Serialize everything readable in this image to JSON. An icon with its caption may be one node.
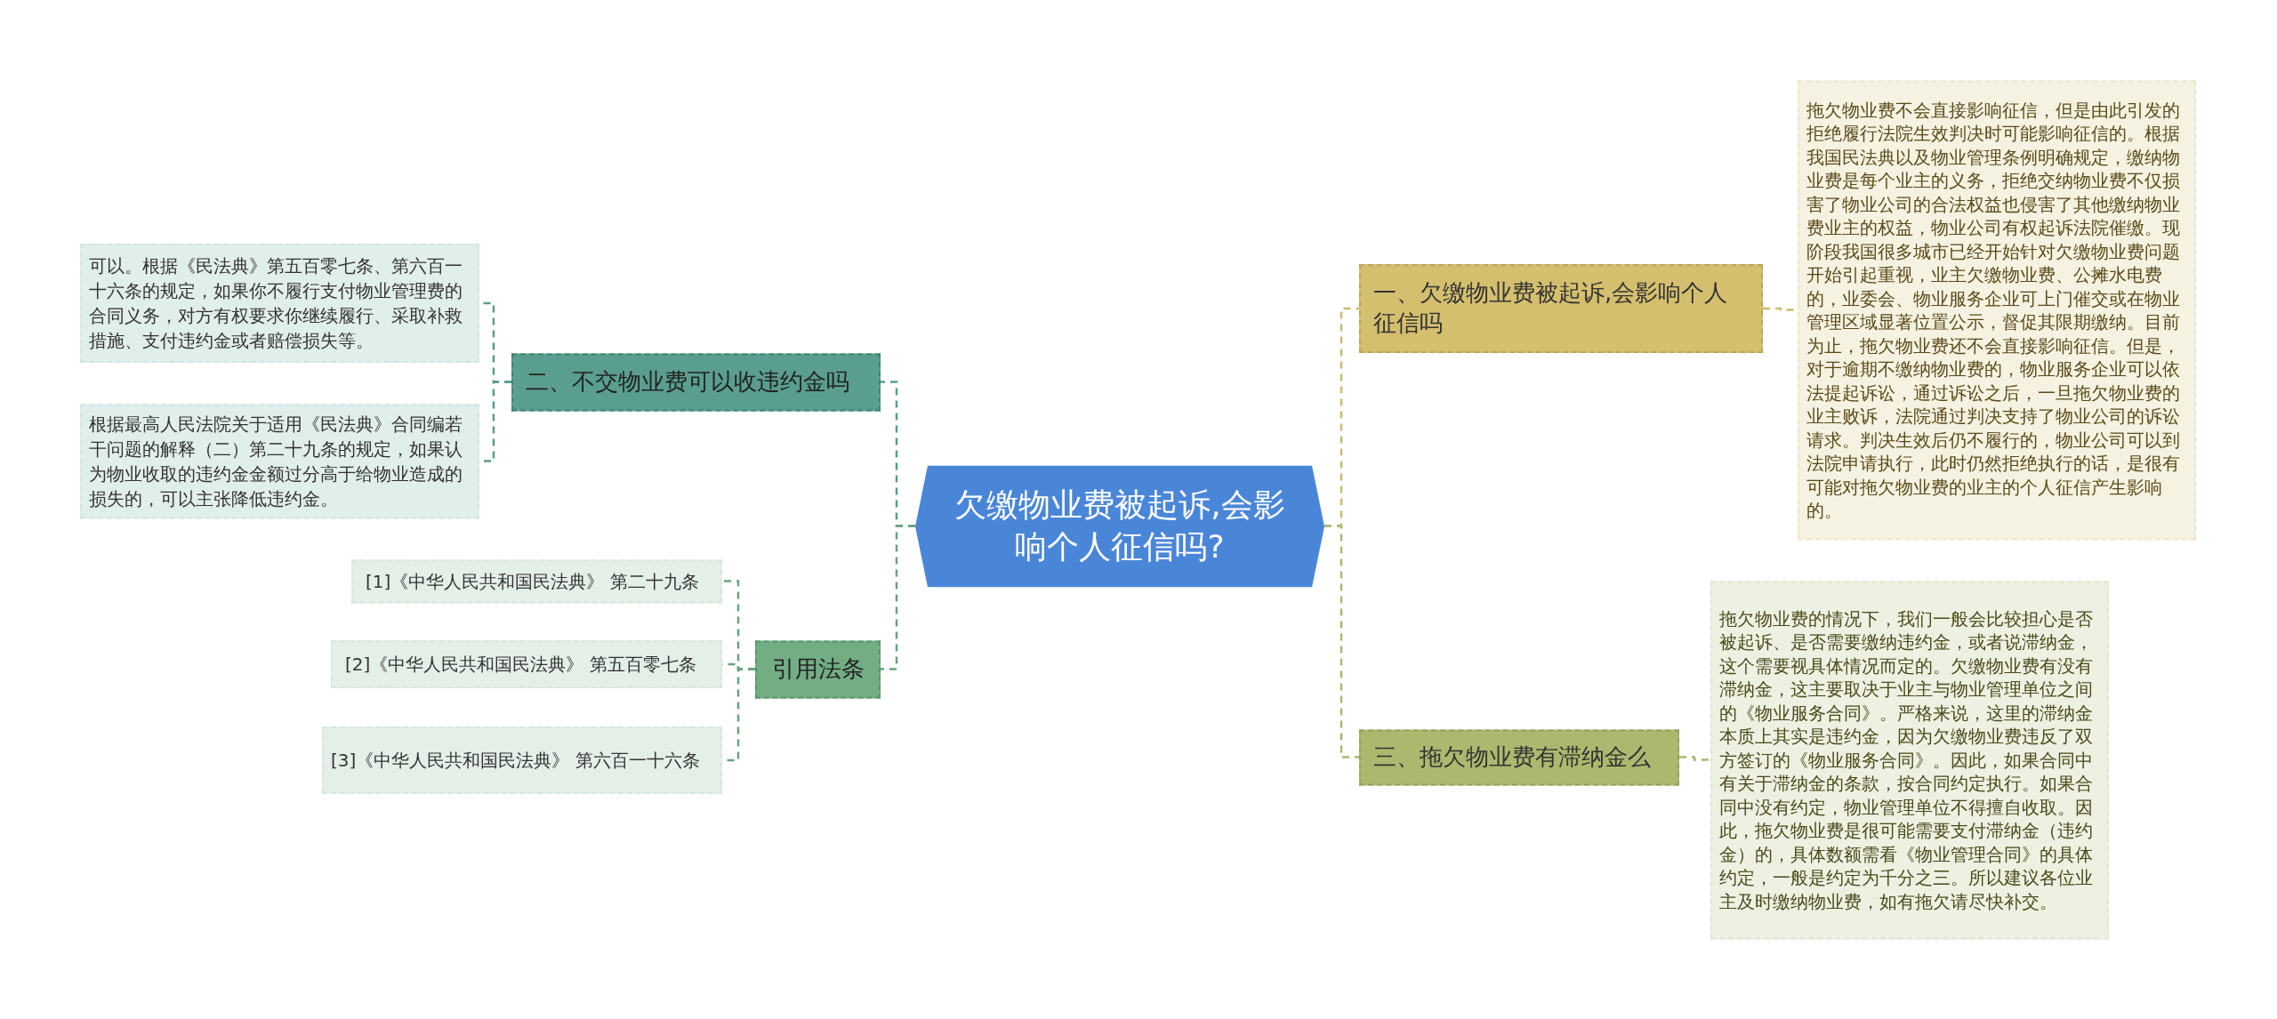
{
  "diagram": {
    "nodes": [
      {
        "text": [
          "欠缴物业费被起诉,会影响个人征信吗?"
        ]
      },
      {
        "text": [
          "一、欠缴物业费被起诉,会影响个人征信吗"
        ]
      },
      {
        "text": [
          "拖欠物业费不会直接影响征信，但是由此引发的拒绝履行法院生效判决时可能影响征信的。根据我国民法典以及物业管理条例明确规定，缴纳物业费是每个业主的义务，拒绝交纳物业费不仅损害了物业公司的合法权益也侵害了其他缴纳物业费业主的权益，物业公司有权起诉法院催缴。现阶段我国很多城市已经开始针对欠缴物业费问题开始引起重视，业主欠缴物业费、公摊水电费的，业委会、物业服务企业可上门催交或在物业管理区域显著位置公示，督促其限期缴纳。目前为止，拖欠物业费还不会直接影响征信。但是，对于逾期不缴纳物业费的，物业服务企业可以依法提起诉讼，通过诉讼之后，一旦拖欠物业费的业主败诉，法院通过判决支持了物业公司的诉讼请求。判决生效后仍不履行的，物业公司可以到法院申请执行，此时仍然拒绝执行的话，是很有可能对拖欠物业费的业主的个人征信产生影响的。"
        ]
      },
      {
        "text": [
          "三、拖欠物业费有滞纳金么"
        ]
      },
      {
        "text": [
          "拖欠物业费的情况下，我们一般会比较担心是否被起诉、是否需要缴纳违约金，或者说滞纳金，这个需要视具体情况而定的。欠缴物业费有没有滞纳金，这主要取决于业主与物业管理单位之间的《物业服务合同》。严格来说，这里的滞纳金本质上其实是违约金，因为欠缴物业费违反了双方签订的《物业服务合同》。因此，如果合同中有关于滞纳金的条款，按合同约定执行。如果合同中没有约定，物业管理单位不得擅自收取。因此，拖欠物业费是很可能需要支付滞纳金（违约金）的，具体数额需看《物业管理合同》的具体约定，一般是约定为千分之三。所以建议各位业主及时缴纳物业费，如有拖欠请尽快补交。"
        ]
      },
      {
        "text": [
          "二、不交物业费可以收违约金吗"
        ]
      },
      {
        "text": [
          "可以。根据《民法典》第五百零七条、第六百一十六条的规定，如果你不履行支付物业管理费的合同义务，对方有权要求你继续履行、采取补救措施、支付违约金或者赔偿损失等。"
        ]
      },
      {
        "text": [
          "根据最高人民法院关于适用《民法典》合同编若干问题的解释（二）第二十九条的规定，如果认为物业收取的违约金金额过分高于给物业造成的损失的，可以主张降低违约金。"
        ]
      },
      {
        "text": [
          "引用法条"
        ]
      },
      {
        "text": [
          "[1]《中华人民共和国民法典》 第二十九条"
        ]
      },
      {
        "text": [
          "[2]《中华人民共和国民法典》 第五百零七条"
        ]
      },
      {
        "text": [
          "[3]《中华人民共和国民法典》 第六百一十六条"
        ]
      }
    ],
    "edges": [
      {
        "from": 0,
        "to": 1,
        "arrow": "none",
        "style": "dashed",
        "color": "#c9bb6e"
      },
      {
        "from": 1,
        "to": 2,
        "arrow": "none",
        "style": "dashed",
        "color": "#c9bb6e"
      },
      {
        "from": 0,
        "to": 3,
        "arrow": "none",
        "style": "dashed",
        "color": "#a8b870"
      },
      {
        "from": 3,
        "to": 4,
        "arrow": "none",
        "style": "dashed",
        "color": "#a8b870"
      },
      {
        "from": 0,
        "to": 5,
        "arrow": "none",
        "style": "dashed",
        "color": "#5a9c8c"
      },
      {
        "from": 5,
        "to": 6,
        "arrow": "none",
        "style": "dashed",
        "color": "#5a9c8c"
      },
      {
        "from": 5,
        "to": 7,
        "arrow": "none",
        "style": "dashed",
        "color": "#5a9c8c"
      },
      {
        "from": 0,
        "to": 8,
        "arrow": "none",
        "style": "dashed",
        "color": "#6aa27c"
      },
      {
        "from": 8,
        "to": 9,
        "arrow": "none",
        "style": "dashed",
        "color": "#6aa27c"
      },
      {
        "from": 8,
        "to": 10,
        "arrow": "none",
        "style": "dashed",
        "color": "#6aa27c"
      },
      {
        "from": 8,
        "to": 11,
        "arrow": "none",
        "style": "dashed",
        "color": "#6aa27c"
      }
    ]
  }
}
